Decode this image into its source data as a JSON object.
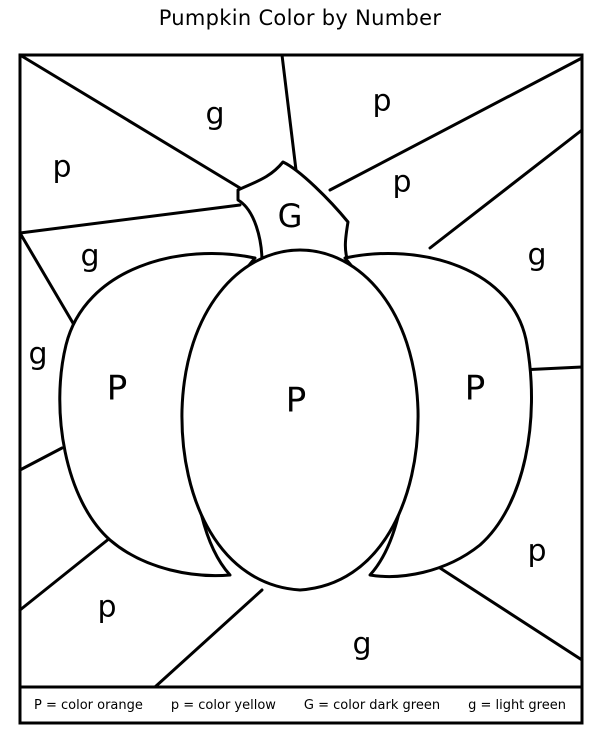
{
  "title": "Pumpkin Color by Number",
  "regions": {
    "top_left_p": "p",
    "top_g": "g",
    "top_right_p": "p",
    "right_top_p": "p",
    "stem_G": "G",
    "left_g": "g",
    "right_g": "g",
    "far_left_g": "g",
    "pumpkin_left_P": "P",
    "pumpkin_center_P": "P",
    "pumpkin_right_P": "P",
    "bottom_right_p": "p",
    "bottom_left_p": "p",
    "bottom_g": "g"
  },
  "legend": {
    "item1": "P = color orange",
    "item2": "p = color yellow",
    "item3": "G = color dark green",
    "item4": "g = light green"
  }
}
